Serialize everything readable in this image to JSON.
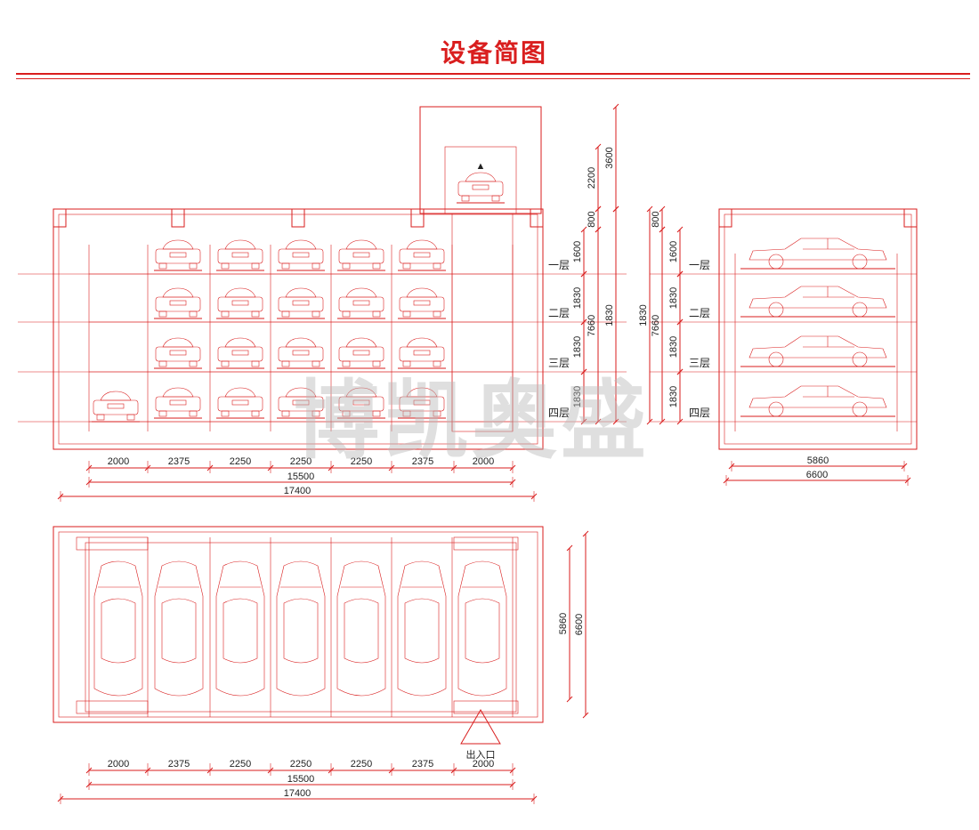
{
  "title": "设备简图",
  "watermark": "博凯奥盛",
  "colors": {
    "accent": "#d91e1e",
    "ink": "#222222",
    "watermark": "#b9b9b9"
  },
  "levels": [
    "一层",
    "二层",
    "三层",
    "四层"
  ],
  "front_view": {
    "bay_widths": [
      "2000",
      "2375",
      "2250",
      "2250",
      "2250",
      "2375",
      "2000"
    ],
    "inner_total": "15500",
    "outer_total": "17400",
    "vertical_dims": [
      "3600",
      "2200",
      "800",
      "1600",
      "1830",
      "1830",
      "1830",
      "7660",
      "1830"
    ]
  },
  "side_view": {
    "vertical_dims": [
      "800",
      "1600",
      "1830",
      "1830",
      "1830",
      "7660",
      "1830"
    ],
    "inner_width": "5860",
    "outer_width": "6600"
  },
  "plan_view": {
    "bay_widths": [
      "2000",
      "2375",
      "2250",
      "2250",
      "2250",
      "2375",
      "2000"
    ],
    "inner_total": "15500",
    "outer_total": "17400",
    "depth_inner": "5860",
    "depth_outer": "6600",
    "entrance_label": "出入口"
  }
}
